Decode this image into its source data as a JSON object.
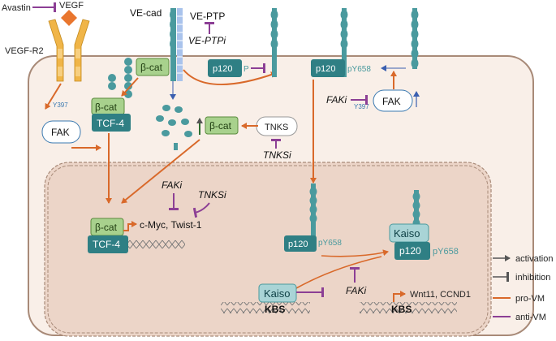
{
  "labels": {
    "avastin": "Avastin",
    "vegf": "VEGF",
    "vegfr2": "VEGF-R2",
    "vecad": "VE-cad",
    "veptp": "VE-PTP",
    "veptpi": "VE-PTPi",
    "bcat": "β-cat",
    "tcf4": "TCF-4",
    "fak": "FAK",
    "y397": "Y397",
    "tnks": "TNKS",
    "tnksi": "TNKSi",
    "faki": "FAKi",
    "p120": "p120",
    "p": "P",
    "py658": "pY658",
    "kaiso": "Kaiso",
    "kbs": "KBS",
    "cmyc_twist": "c-Myc, Twist-1",
    "wnt_ccnd1": "Wnt11, CCND1"
  },
  "legend": {
    "activation": "activation",
    "inhibition": "inhibition",
    "pro_vm": "pro-VM",
    "anti_vm": "anti-VM"
  },
  "colors": {
    "orange": "#d9692a",
    "purple": "#8c3f95",
    "teal": "#4a9a9e",
    "green_box": "#a8d18d",
    "cell_fill": "#f9efe8",
    "nucleus_fill": "#ecd5c8",
    "cell_stroke": "#a88a78"
  }
}
